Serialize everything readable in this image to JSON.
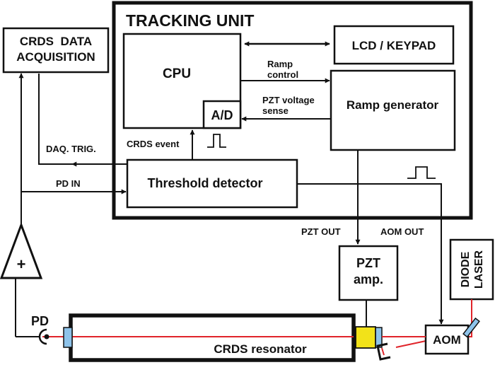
{
  "labels": {
    "tracking_unit": "TRACKING UNIT",
    "crds_data_acquisition_line1": "CRDS  DATA",
    "crds_data_acquisition_line2": "ACQUISITION",
    "lcd_keypad": "LCD / KEYPAD",
    "cpu": "CPU",
    "ad": "A/D",
    "ramp_control_line1": "Ramp",
    "ramp_control_line2": "control",
    "pzt_voltage_sense_line1": "PZT voltage",
    "pzt_voltage_sense_line2": "sense",
    "ramp_generator": "Ramp generator",
    "crds_event": "CRDS event",
    "daq_trig": "DAQ. TRIG.",
    "threshold_detector": "Threshold detector",
    "pd_in": "PD IN",
    "pzt_out": "PZT OUT",
    "aom_out": "AOM OUT",
    "pzt_amp_line1": "PZT",
    "pzt_amp_line2": "amp.",
    "diode_laser_line1": "DIODE",
    "diode_laser_line2": "LASER",
    "amplifier_symbol": "+",
    "pd": "PD",
    "aom": "AOM",
    "crds_resonator": "CRDS resonator"
  },
  "colors": {
    "line": "#111111",
    "laser_beam": "#e0242a",
    "mirror": "#8ec3ea",
    "pzt_crystal": "#f2e219",
    "background": "#ffffff"
  }
}
